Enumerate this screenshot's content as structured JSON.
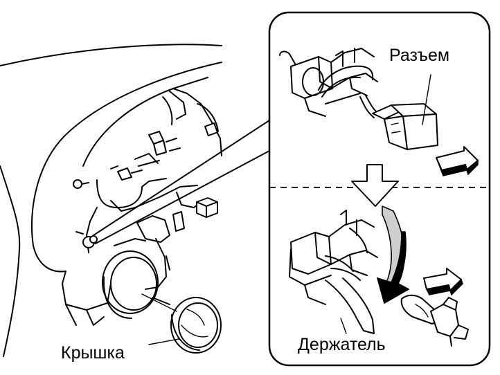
{
  "labels": {
    "connector": "Разъем",
    "cover": "Крышка",
    "holder": "Держатель"
  },
  "icons": {
    "arrow_down": "down-arrow-icon",
    "arrow_right": "right-arrow-icon",
    "arrow_curved": "curved-arrow-icon"
  }
}
